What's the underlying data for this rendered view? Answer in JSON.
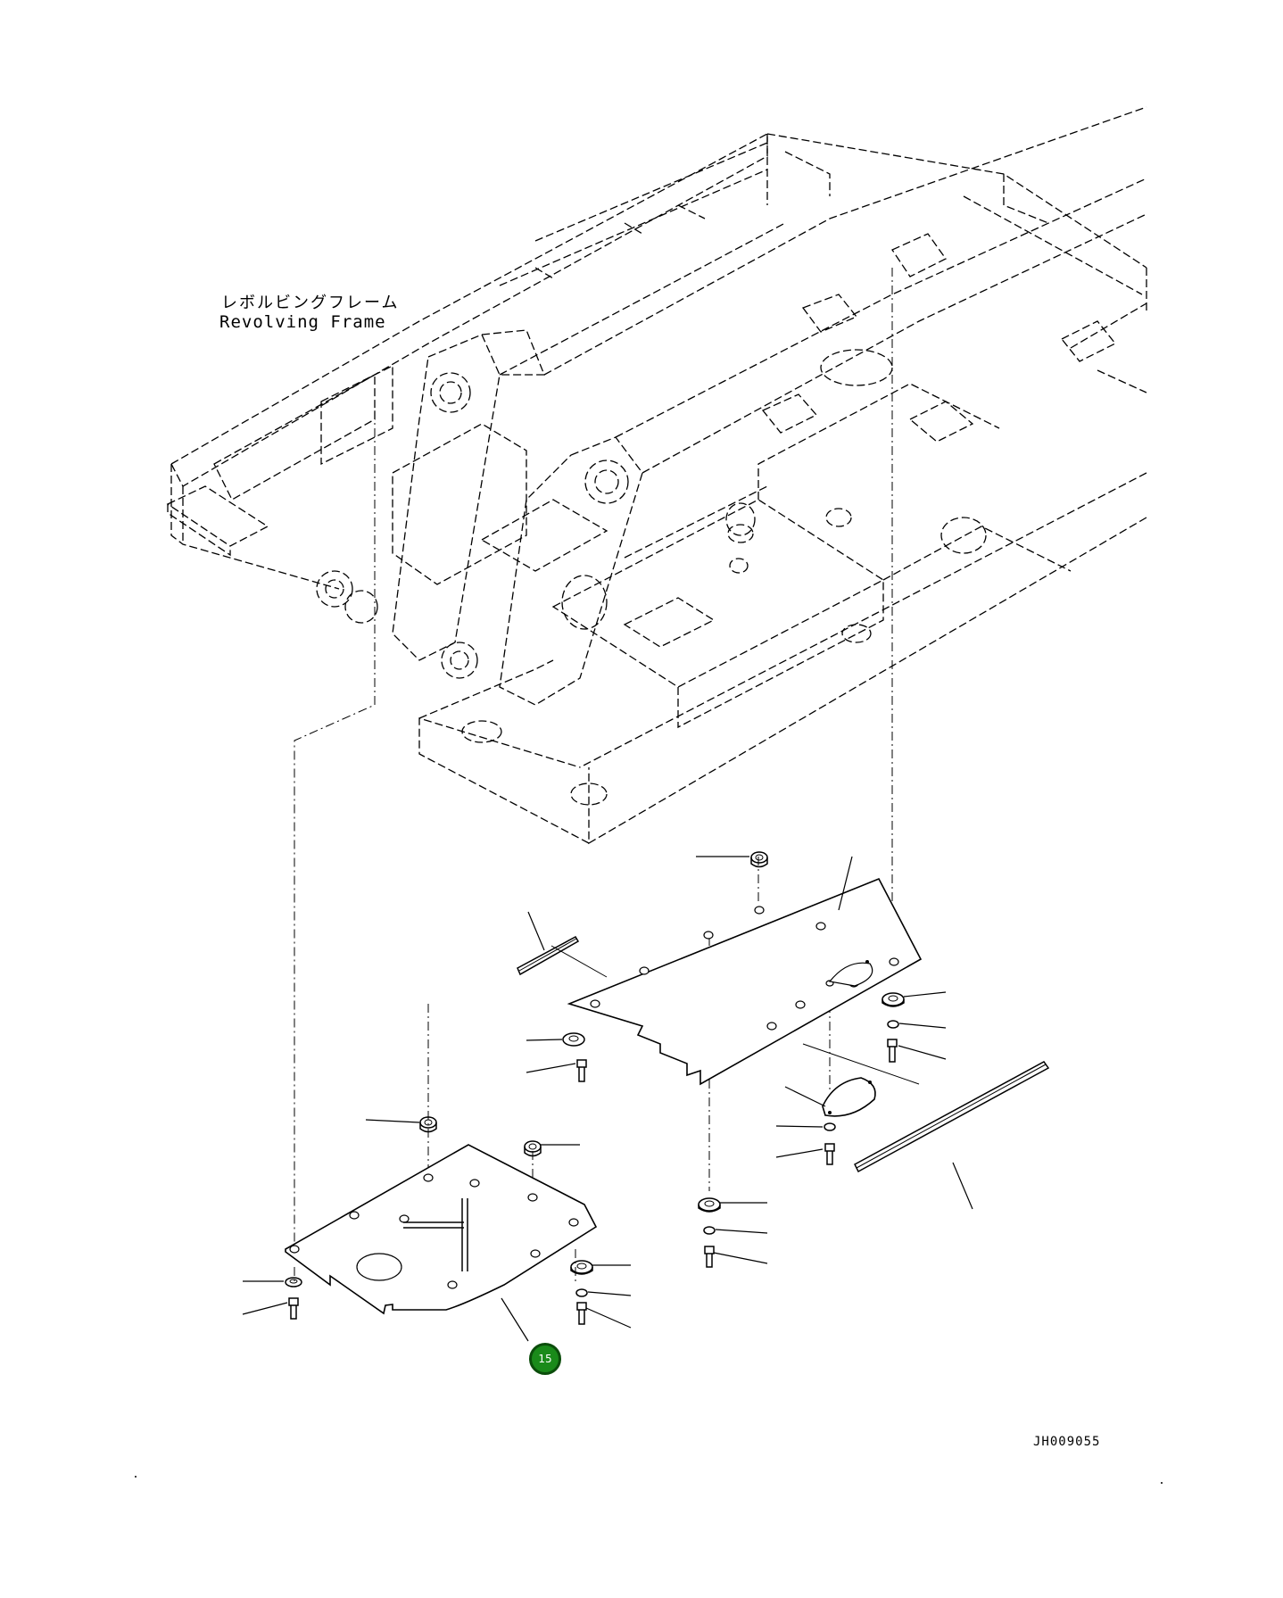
{
  "frame_label": {
    "japanese": "レボルビングフレーム",
    "english": "Revolving Frame"
  },
  "document_id": "JH009055",
  "callouts": [
    {
      "number": "15",
      "color": "#1a8a1a"
    }
  ]
}
